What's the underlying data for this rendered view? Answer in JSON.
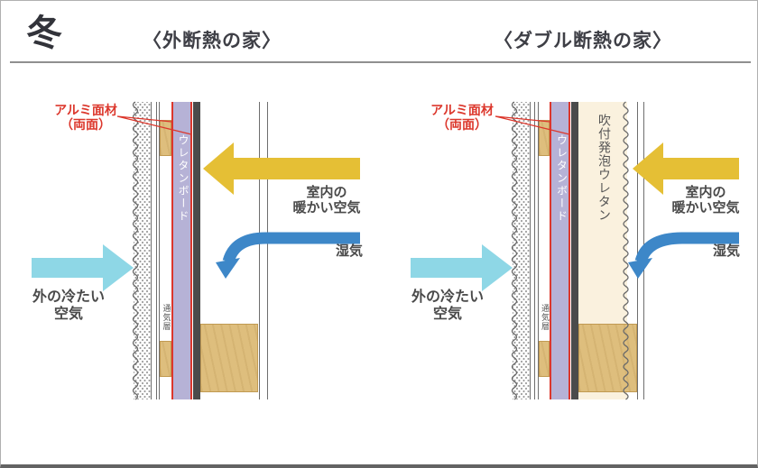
{
  "title": "冬",
  "panels": {
    "left": {
      "header": "〈外断熱の家〉",
      "labels": {
        "aluminum1": "アルミ面材",
        "aluminum2": "（両面）",
        "urethane_board": "ウレタンボード",
        "vent_layer": "通気層",
        "warm1": "室内の",
        "warm2": "暖かい空気",
        "moisture": "湿気",
        "cold1": "外の冷たい",
        "cold2": "空気"
      }
    },
    "right": {
      "header": "〈ダブル断熱の家〉",
      "labels": {
        "aluminum1": "アルミ面材",
        "aluminum2": "（両面）",
        "urethane_board": "ウレタンボード",
        "spray_foam": "吹付発泡ウレタン",
        "vent_layer": "通気層",
        "warm1": "室内の",
        "warm2": "暖かい空気",
        "moisture": "湿気",
        "cold1": "外の冷たい",
        "cold2": "空気"
      }
    }
  },
  "colors": {
    "accent_red": "#DC372C",
    "board_lavender": "#B6B2D6",
    "dark_wall": "#4B4B4B",
    "wood_tan": "#DEBE7D",
    "foam_cream": "#FAF1DE",
    "warm_yellow": "#E5BF35",
    "cold_cyan": "#8ED7E6",
    "moist_blue": "#3D87C8",
    "text_dark": "#4A4A4A"
  }
}
